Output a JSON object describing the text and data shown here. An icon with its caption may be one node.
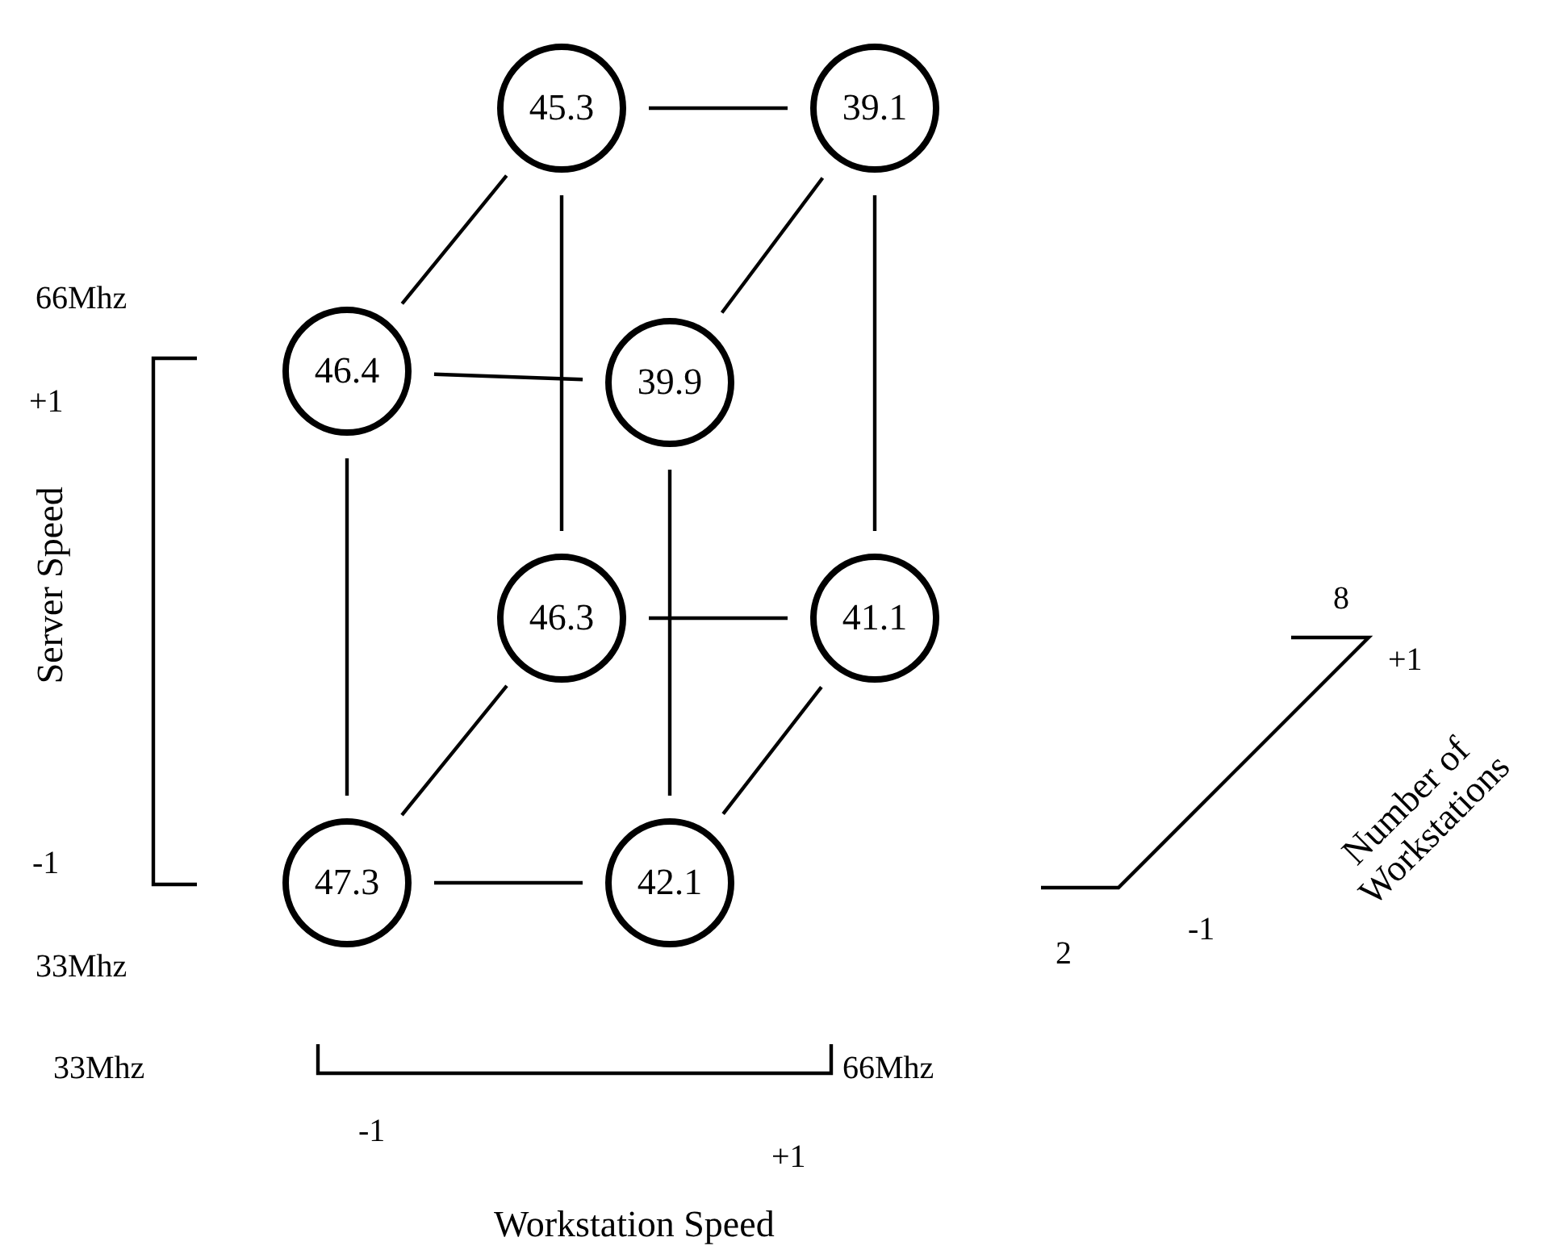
{
  "diagram": {
    "nodes": [
      {
        "text": [
          "45.3"
        ]
      },
      {
        "text": [
          "39.1"
        ]
      },
      {
        "text": [
          "46.4"
        ]
      },
      {
        "text": [
          "39.9"
        ]
      },
      {
        "text": [
          "46.3"
        ]
      },
      {
        "text": [
          "41.1"
        ]
      },
      {
        "text": [
          "47.3"
        ]
      },
      {
        "text": [
          "42.1"
        ]
      }
    ],
    "edges": [
      {
        "from": 0,
        "to": 1,
        "arrow": "none"
      },
      {
        "from": 0,
        "to": 2,
        "arrow": "none"
      },
      {
        "from": 0,
        "to": 4,
        "arrow": "none"
      },
      {
        "from": 1,
        "to": 3,
        "arrow": "none"
      },
      {
        "from": 1,
        "to": 5,
        "arrow": "none"
      },
      {
        "from": 2,
        "to": 3,
        "arrow": "none"
      },
      {
        "from": 2,
        "to": 6,
        "arrow": "none"
      },
      {
        "from": 3,
        "to": 7,
        "arrow": "none"
      },
      {
        "from": 4,
        "to": 5,
        "arrow": "none"
      },
      {
        "from": 4,
        "to": 6,
        "arrow": "none"
      },
      {
        "from": 5,
        "to": 7,
        "arrow": "none"
      },
      {
        "from": 6,
        "to": 7,
        "arrow": "none"
      }
    ],
    "labels": [
      "66Mhz",
      "+1",
      "Server Speed",
      "8",
      "+1",
      "Number of Workstations",
      "-1",
      "-1",
      "2",
      "33Mhz",
      "33Mhz",
      "66Mhz",
      "-1",
      "+1",
      "Workstation Speed"
    ]
  }
}
